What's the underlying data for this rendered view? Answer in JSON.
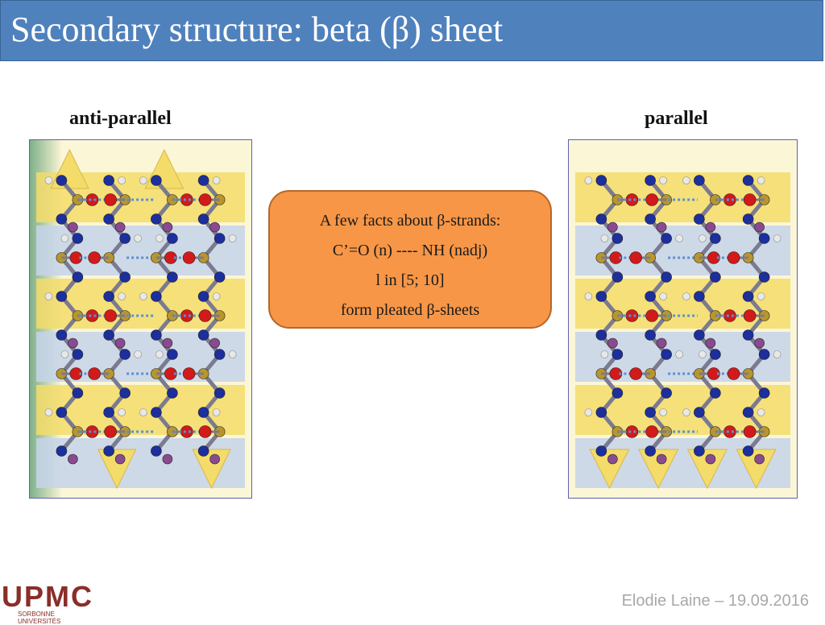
{
  "slide": {
    "title": "Secondary structure: beta (β) sheet",
    "left_label": "anti-parallel",
    "right_label": "parallel",
    "facts_box": {
      "lines": [
        "A few facts about β-strands:",
        "C’=O (n) ---- NH (nadj)",
        "l in [5; 10]",
        "form pleated β-sheets"
      ]
    },
    "logo": {
      "main": "UPMC",
      "sub": "SORBONNE UNIVERSITÉS"
    },
    "footer": "Elodie Laine – 19.09.2016"
  },
  "colors": {
    "title_bar": "#4f81bd",
    "facts_fill": "#f79646",
    "nitrogen": "#1c2f9c",
    "oxygen": "#d21a1a",
    "carbon": "#b8962c",
    "hydrogen": "#e8e8e8",
    "side_chain": "#8a4a8f",
    "sheet_yellow": "#f3dc6a",
    "sheet_blue": "#c5d3ea"
  },
  "figures": {
    "left": {
      "name": "anti-parallel beta sheet illustration",
      "strands": 4,
      "strand_directions": [
        "up",
        "down",
        "up",
        "down"
      ]
    },
    "right": {
      "name": "parallel beta sheet illustration",
      "strands": 4,
      "strand_directions": [
        "down",
        "down",
        "down",
        "down"
      ]
    }
  }
}
